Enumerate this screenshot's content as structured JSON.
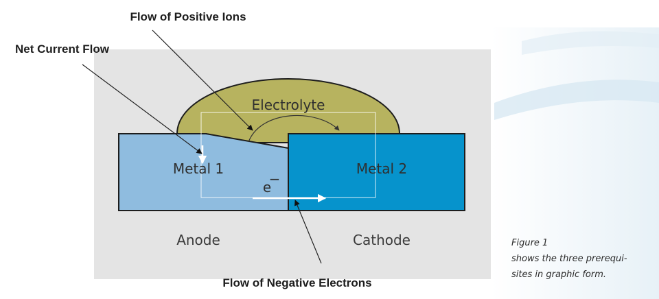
{
  "diagram": {
    "callouts": {
      "positive_ions": "Flow of Positive Ions",
      "net_current": "Net Current Flow",
      "negative_electrons": "Flow of Negative Electrons"
    },
    "regions": {
      "electrolyte": "Electrolyte",
      "metal1": "Metal 1",
      "metal2": "Metal 2",
      "electron": "e",
      "electron_charge": "−",
      "anode": "Anode",
      "cathode": "Cathode"
    },
    "caption": {
      "line1": "Figure 1",
      "line2": "shows the three prerequi-",
      "line3": "sites in graphic form."
    },
    "colors": {
      "panel": "#e4e4e4",
      "electrolyte": "#b7b35f",
      "metal1": "#8fbcdf",
      "metal2": "#0693cc",
      "outline": "#1d1d1d"
    }
  }
}
